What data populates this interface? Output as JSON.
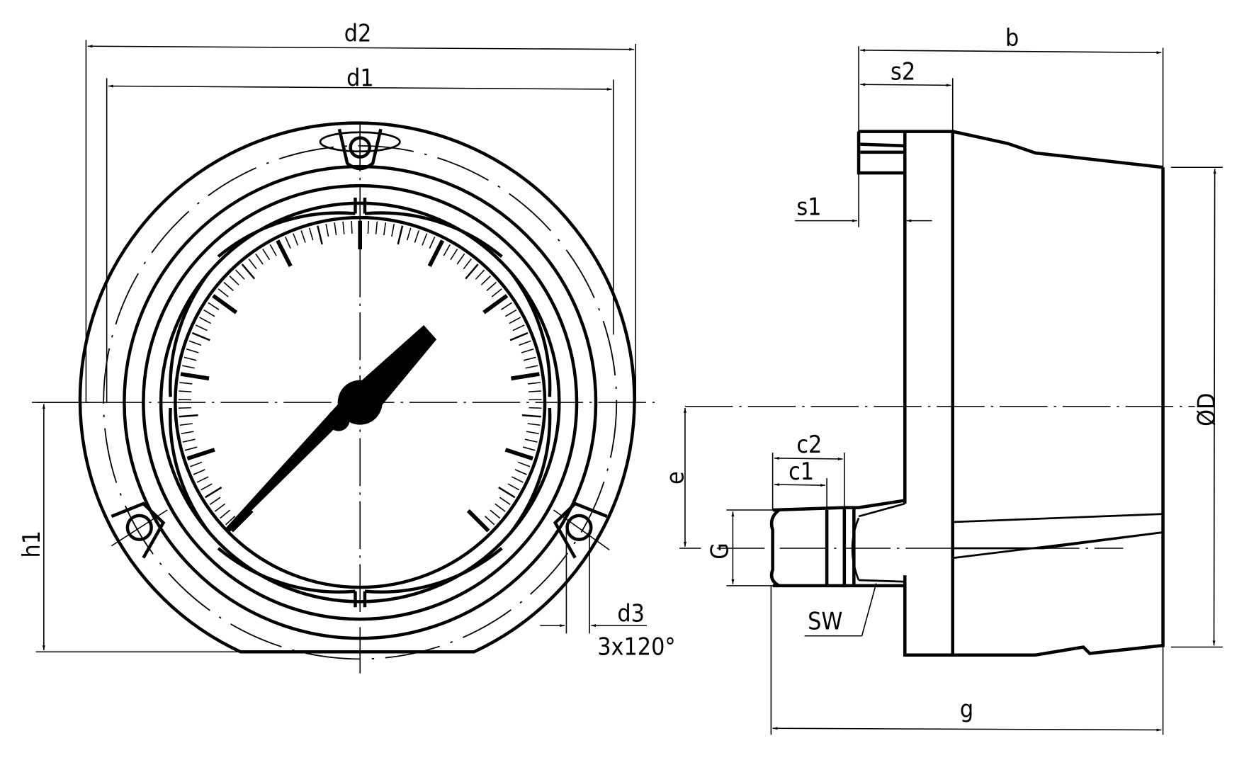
{
  "drawing": {
    "title": "Panel-mount pressure gauge with rear flange - dimensional drawing",
    "views": [
      "front-view",
      "side-view"
    ],
    "colors": {
      "line": "#000000",
      "background": "#ffffff"
    }
  },
  "front_view": {
    "dimensions": {
      "d2": "d2",
      "d1": "d1",
      "h1": "h1",
      "d3": "d3",
      "d3_note": "3x120°"
    }
  },
  "side_view": {
    "dimensions": {
      "b": "b",
      "s2": "s2",
      "s1": "s1",
      "phiD": "ØD",
      "e": "e",
      "c2": "c2",
      "c1": "c1",
      "G": "G",
      "SW": "SW",
      "g": "g"
    }
  }
}
